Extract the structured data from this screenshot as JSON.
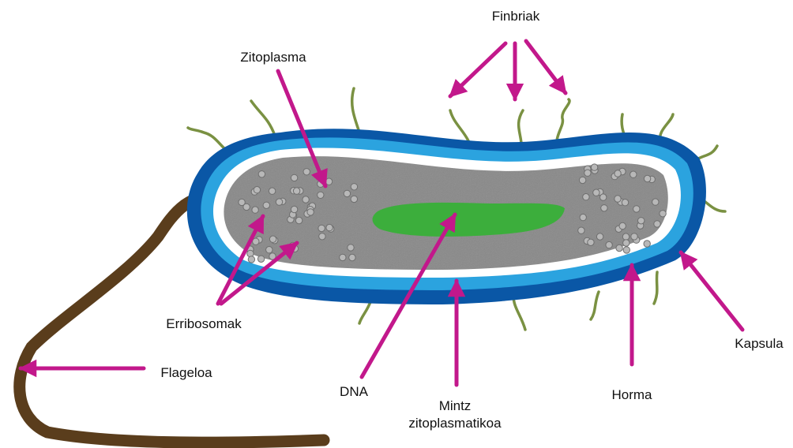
{
  "labels": {
    "finbriak": "Finbriak",
    "zitoplasma": "Zitoplasma",
    "erribosomak": "Erribosomak",
    "flageloa": "Flageloa",
    "dna": "DNA",
    "mintz_line1": "Mintz",
    "mintz_line2": "zitoplasmatikoa",
    "horma": "Horma",
    "kapsula": "Kapsula"
  },
  "colors": {
    "capsule": "#0a57a6",
    "wall": "#2ba3df",
    "membrane": "#ffffff",
    "cytoplasm": "#888888",
    "dna": "#3cae3c",
    "flagellum": "#5a3d1c",
    "fimbriae": "#7a9142",
    "ribosome": "#b8b8b8",
    "arrow": "#c2188b"
  }
}
